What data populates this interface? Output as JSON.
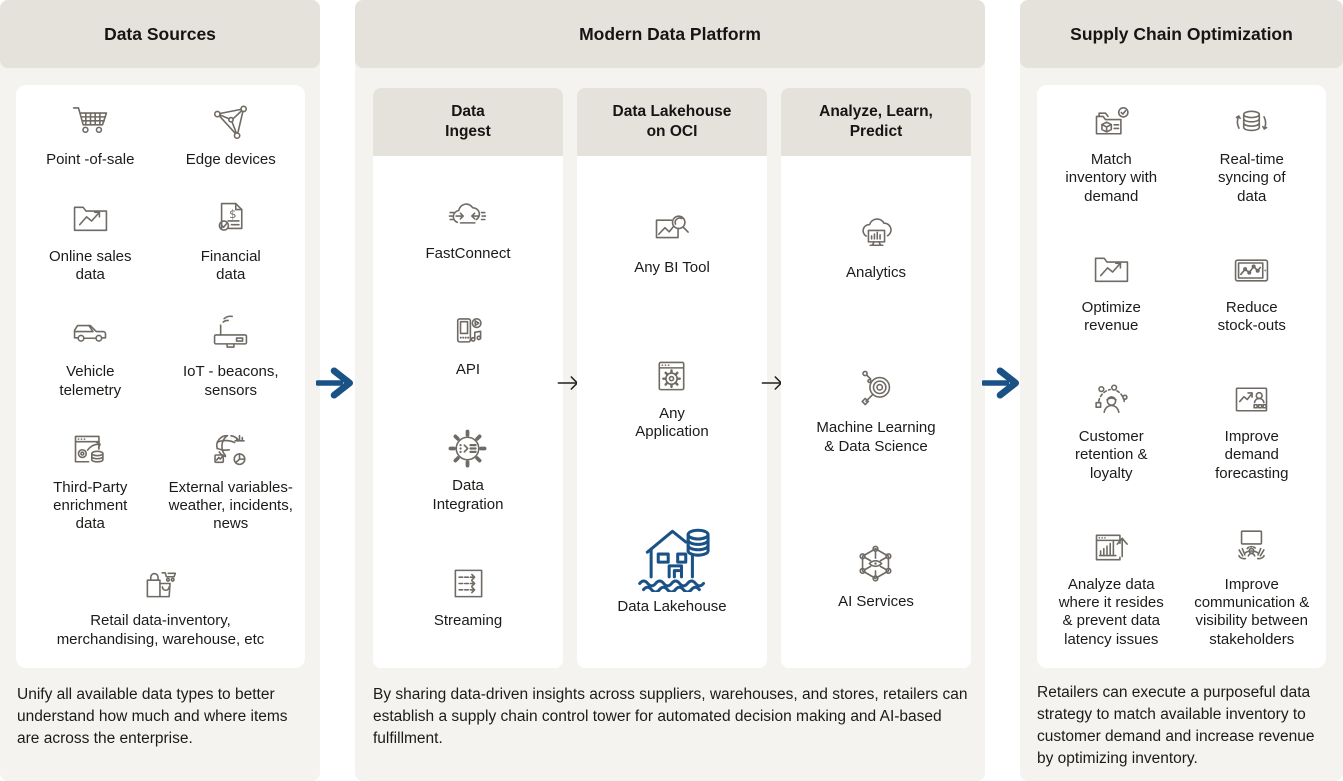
{
  "colors": {
    "panel_bg": "#f5f3f0",
    "band_bg": "#e5e2dc",
    "card_bg": "#ffffff",
    "text": "#1d1b18",
    "icon_gray": "#6f6a64",
    "accent_blue": "#1a5286"
  },
  "connectors": {
    "panel_arrow_icon": "flow-arrow-right-icon",
    "column_arrow_icon": "small-arrow-right-icon"
  },
  "panels": {
    "data_sources": {
      "title": "Data Sources",
      "items": [
        {
          "label": "Point -of-sale",
          "icon": "cart-icon"
        },
        {
          "label": "Edge devices",
          "icon": "edge-devices-icon"
        },
        {
          "label": "Online sales\ndata",
          "icon": "folder-chart-icon"
        },
        {
          "label": "Financial\ndata",
          "icon": "financial-doc-icon"
        },
        {
          "label": "Vehicle\ntelemetry",
          "icon": "van-icon"
        },
        {
          "label": "IoT - beacons,\nsensors",
          "icon": "iot-router-icon"
        },
        {
          "label": "Third-Party\nenrichment\ndata",
          "icon": "browser-gear-db-icon"
        },
        {
          "label": "External variables-\nweather, incidents,\nnews",
          "icon": "globe-charts-icon"
        },
        {
          "label": "Retail data-inventory,\nmerchandising, warehouse, etc",
          "icon": "shopping-bags-icon"
        }
      ],
      "footer": "Unify all available data types to better understand how much and where items are across the enterprise."
    },
    "platform": {
      "title": "Modern Data Platform",
      "columns": [
        {
          "title": "Data\nIngest",
          "items": [
            {
              "label": "FastConnect",
              "icon": "fastconnect-cloud-icon"
            },
            {
              "label": "API",
              "icon": "api-device-icon"
            },
            {
              "label": "Data\nIntegration",
              "icon": "data-integration-gear-icon"
            },
            {
              "label": "Streaming",
              "icon": "streaming-arrows-icon"
            }
          ]
        },
        {
          "title": "Data Lakehouse\non OCI",
          "items": [
            {
              "label": "Any BI Tool",
              "icon": "bi-image-magnifier-icon"
            },
            {
              "label": "Any\nApplication",
              "icon": "app-window-gear-icon"
            },
            {
              "label": "Data Lakehouse",
              "icon": "data-lakehouse-icon",
              "accent": true
            }
          ]
        },
        {
          "title": "Analyze, Learn,\nPredict",
          "items": [
            {
              "label": "Analytics",
              "icon": "analytics-cloud-monitor-icon"
            },
            {
              "label": "Machine Learning\n& Data Science",
              "icon": "ml-magnifier-icon"
            },
            {
              "label": "AI Services",
              "icon": "ai-network-icon"
            }
          ]
        }
      ],
      "footer": "By sharing data-driven insights across suppliers, warehouses, and stores, retailers can establish a supply chain control tower for automated decision making and AI-based fulfillment."
    },
    "supply_chain": {
      "title": "Supply Chain Optimization",
      "items": [
        {
          "label": "Match\ninventory with\ndemand",
          "icon": "match-inventory-icon"
        },
        {
          "label": "Real-time\nsyncing of\ndata",
          "icon": "realtime-sync-db-icon"
        },
        {
          "label": "Optimize\nrevenue",
          "icon": "folder-chart-icon"
        },
        {
          "label": "Reduce\nstock-outs",
          "icon": "stockouts-tablet-chart-icon"
        },
        {
          "label": "Customer\nretention &\nloyalty",
          "icon": "customer-retention-icon"
        },
        {
          "label": "Improve\ndemand\nforecasting",
          "icon": "demand-forecast-screen-icon"
        },
        {
          "label": "Analyze data\nwhere it resides\n& prevent data\nlatency issues",
          "icon": "analyze-data-bars-icon"
        },
        {
          "label": "Improve\ncommunication &\nvisibility between\nstakeholders",
          "icon": "stakeholder-communication-icon"
        }
      ],
      "footer": "Retailers can execute a purposeful data strategy to match available inventory to customer demand and increase revenue by optimizing inventory."
    }
  }
}
